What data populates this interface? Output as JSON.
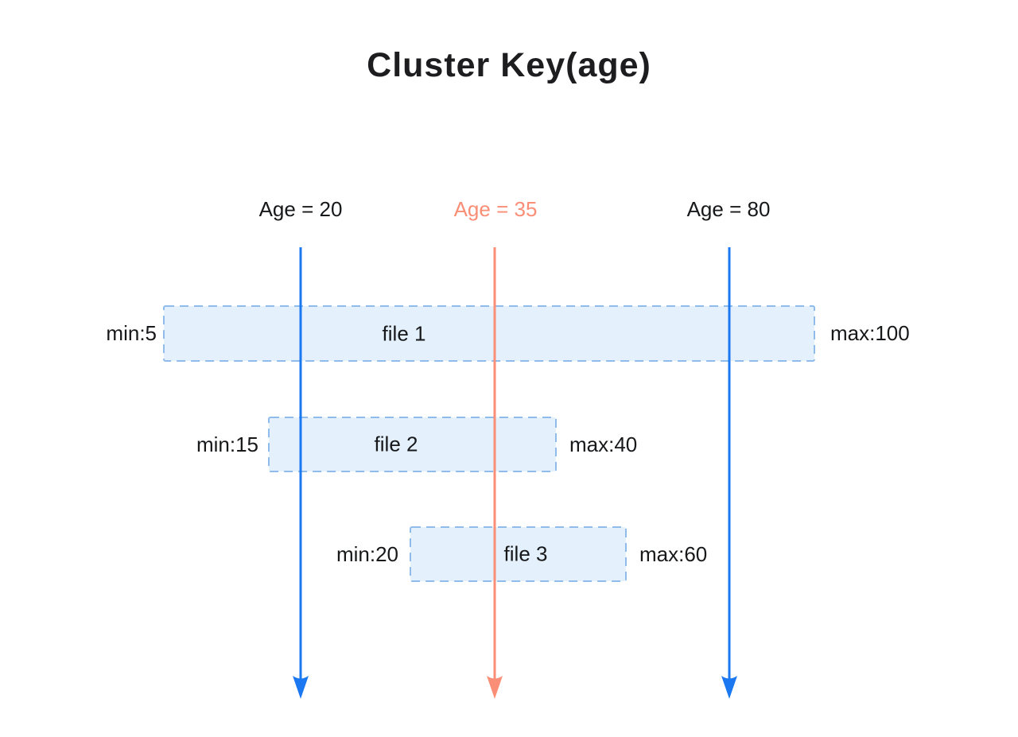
{
  "title": "Cluster Key(age)",
  "colors": {
    "blue_line": "#1b78f0",
    "salmon_line": "#fa8e76",
    "box_fill": "#e4f1fc",
    "box_border": "#8fbceb",
    "text": "#17181a"
  },
  "age_markers": [
    {
      "label": "Age = 20",
      "value": 20,
      "color": "#1b78f0"
    },
    {
      "label": "Age = 35",
      "value": 35,
      "color": "#fa8e76"
    },
    {
      "label": "Age = 80",
      "value": 80,
      "color": "#1b78f0"
    }
  ],
  "files": [
    {
      "name": "file 1",
      "min": 5,
      "max": 100,
      "min_label": "min:5",
      "max_label": "max:100"
    },
    {
      "name": "file 2",
      "min": 15,
      "max": 40,
      "min_label": "min:15",
      "max_label": "max:40"
    },
    {
      "name": "file 3",
      "min": 20,
      "max": 60,
      "min_label": "min:20",
      "max_label": "max:60"
    }
  ]
}
